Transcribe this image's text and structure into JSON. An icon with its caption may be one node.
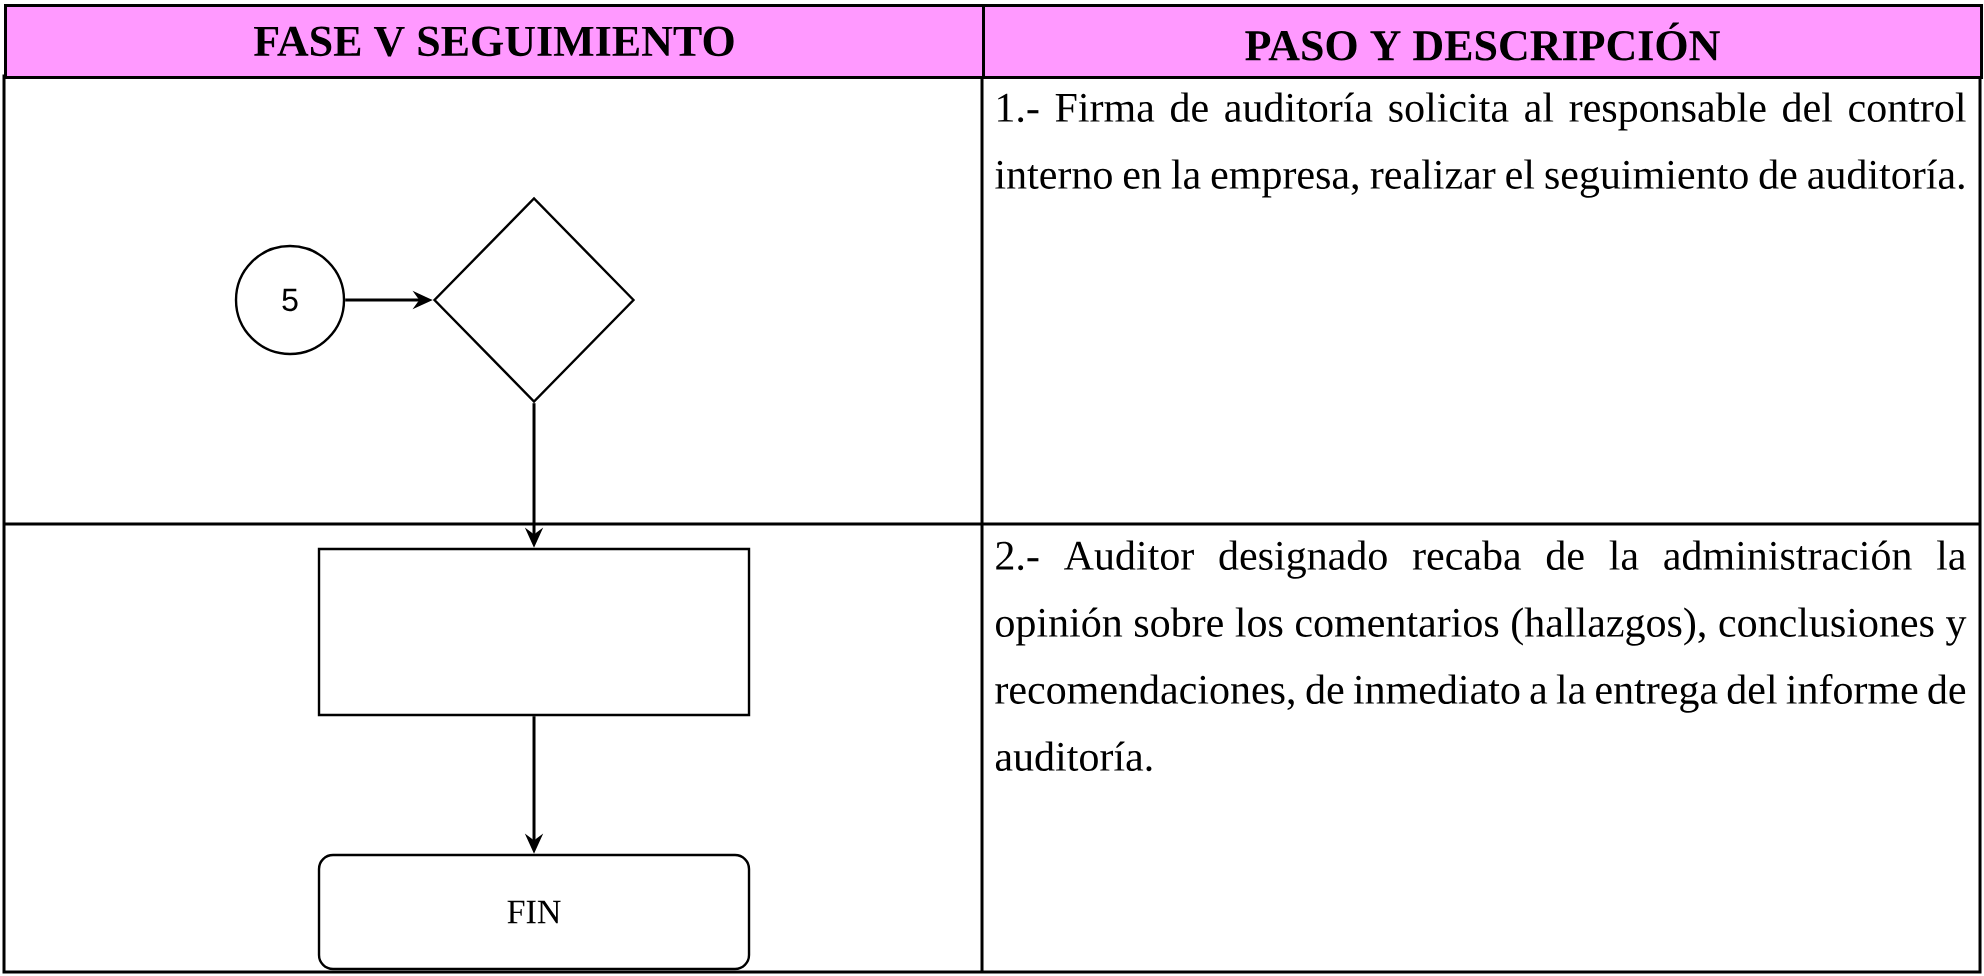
{
  "diagram": {
    "nodes": [
      {
        "text": [
          "5"
        ]
      },
      {
        "text": [],
        "shape": "diamond"
      },
      {
        "text": [],
        "shape": "box"
      },
      {
        "text": [
          "FIN"
        ]
      }
    ],
    "edges": [
      {
        "from": 0,
        "to": 1,
        "arrow": "to"
      },
      {
        "from": 1,
        "to": 2,
        "arrow": "to"
      },
      {
        "from": 2,
        "to": 3,
        "arrow": "to"
      }
    ],
    "labels": [
      "FASE V SEGUIMIENTO",
      "PASO Y DESCRIPCIÓN",
      "1.- Firma de auditoría solicita al responsable del control interno en la empresa, realizar el seguimiento de auditoría.",
      "2.- Auditor designado recaba de la administración la opinión sobre los comentarios (hallazgos), conclusiones y recomendaciones, de inmediato a la entrega del informe de auditoría."
    ]
  }
}
